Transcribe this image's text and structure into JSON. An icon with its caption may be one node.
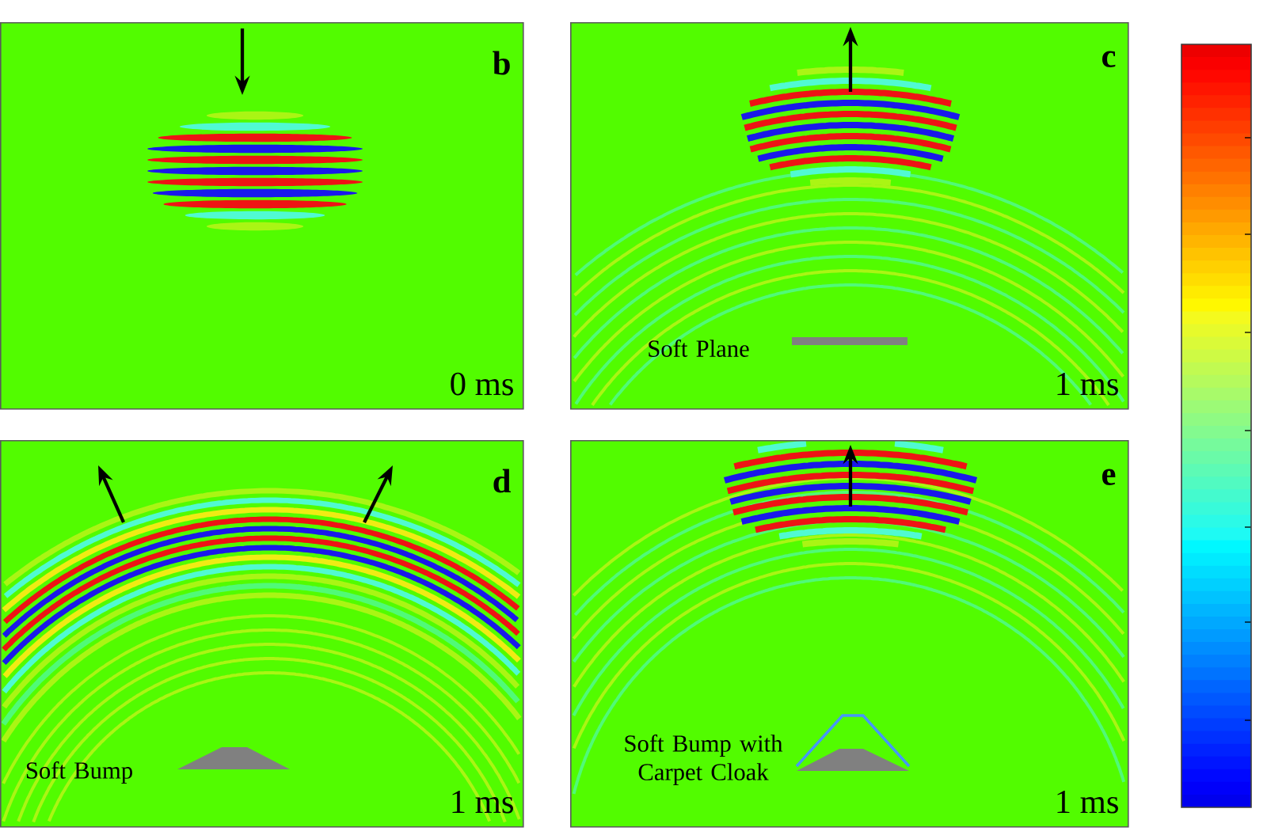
{
  "diagram": {
    "nodes": [
      {
        "text": [
          "b",
          "0 ms"
        ]
      },
      {
        "text": [
          "c",
          "Soft Plane",
          "1 ms"
        ]
      },
      {
        "text": [
          "d",
          "Soft Bump",
          "1 ms"
        ]
      },
      {
        "text": [
          "e",
          "Soft Bump with Carpet Cloak",
          "1 ms"
        ]
      }
    ]
  }
}
